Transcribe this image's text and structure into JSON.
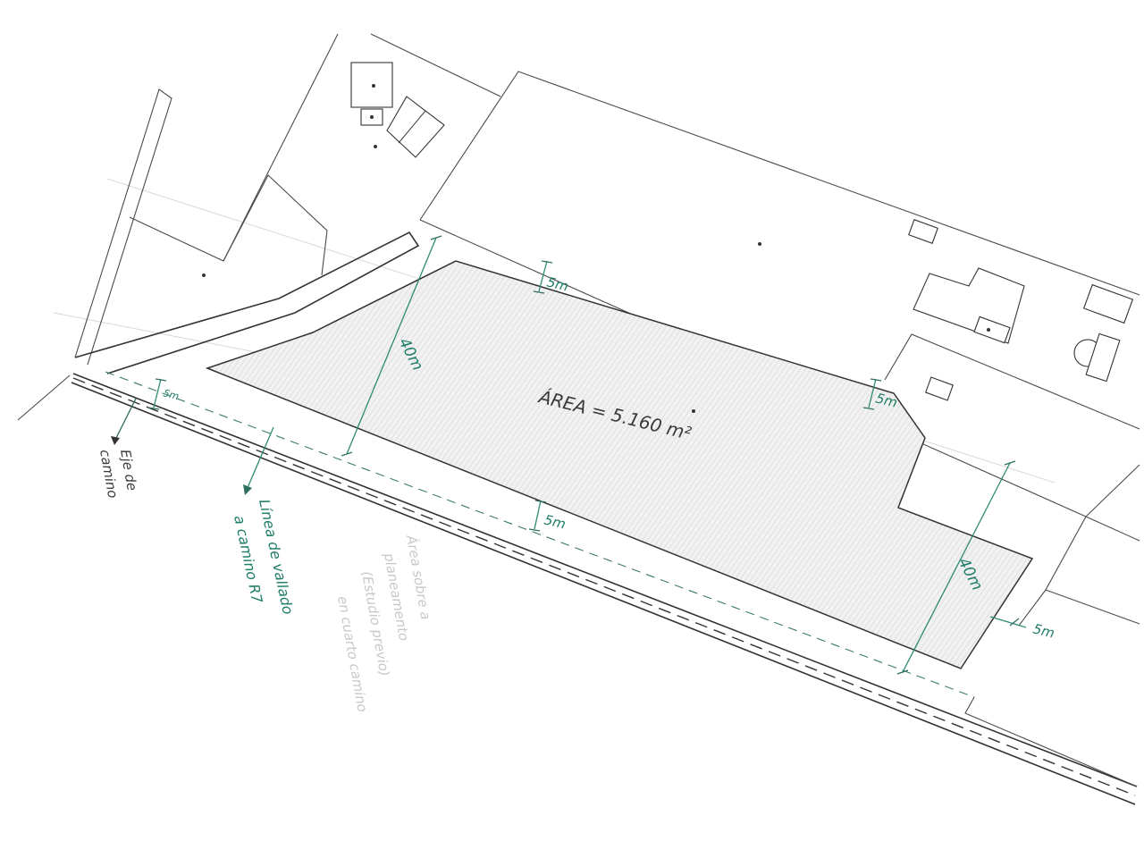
{
  "plan": {
    "area_label": "ÁREA = 5.160 m²",
    "dimensions": {
      "depth_left": "40m",
      "depth_right": "40m",
      "setback_top": "5m",
      "setback_right_top": "5m",
      "setback_bottom": "5m",
      "setback_right_bottom": "5m",
      "setback_road": "5m"
    },
    "annotations": {
      "road_axis": [
        "Eje de",
        "camino"
      ],
      "fence_line": [
        "Línea de vallado",
        "a camino R7"
      ],
      "faint_note": [
        "Área sobre a",
        "planeamento",
        "(Estudio previo)",
        "en cuarto camino"
      ]
    },
    "colors": {
      "annotation_green": "#1f7d67",
      "line_dark": "#333333",
      "sheet": "#ffffff",
      "background": "#d9d9d9"
    }
  }
}
